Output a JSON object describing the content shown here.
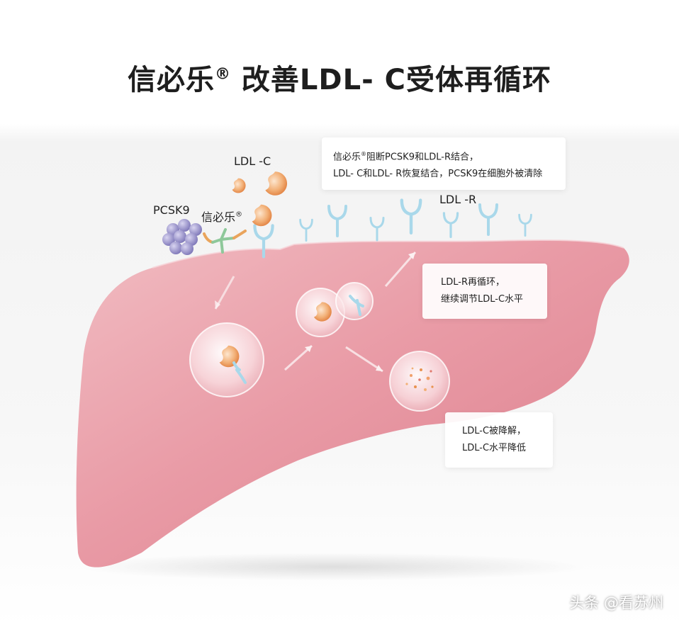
{
  "title": {
    "main": "信必乐",
    "mark": "®",
    "rest": " 改善LDL- C受体再循环"
  },
  "labels": {
    "ldl_c": "LDL -C",
    "pcsk9": "PCSK9",
    "drug": "信必乐",
    "drug_mark": "®",
    "ldl_r": "LDL -R"
  },
  "callouts": {
    "block": {
      "line1_a": "信必乐",
      "line1_mark": "®",
      "line1_b": "阻断PCSK9和LDL-R结合，",
      "line2": "LDL- C和LDL- R恢复结合，PCSK9在细胞外被清除"
    },
    "recycle": {
      "line1": "LDL-R再循环，",
      "line2": "继续调节LDL-C水平"
    },
    "degrade": {
      "line1": "LDL-C被降解，",
      "line2": "LDL-C水平降低"
    }
  },
  "watermark": "头条 @看苏州",
  "colors": {
    "liver": "#e58a97",
    "liver_light": "#f4c8cd",
    "receptor": "#a9d8ea",
    "ldl_orange": "#e8924f",
    "pcsk9_purple": "#8d86c6",
    "antibody_green": "#8ec89a",
    "antibody_orange": "#e9a45c"
  }
}
